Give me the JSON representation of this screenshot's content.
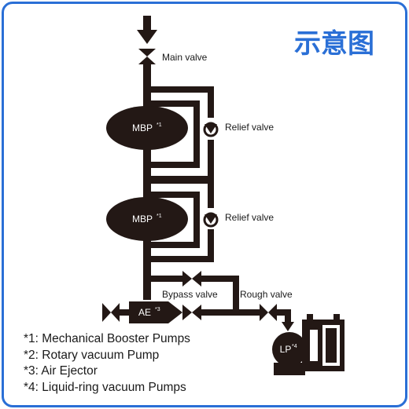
{
  "title": "示意图",
  "labels": {
    "main_valve": "Main valve",
    "relief_valve_1": "Relief valve",
    "relief_valve_2": "Relief valve",
    "bypass_valve": "Bypass valve",
    "rough_valve": "Rough valve"
  },
  "equipment": {
    "mbp1": {
      "name": "MBP",
      "note": "*1"
    },
    "mbp2": {
      "name": "MBP",
      "note": "*1"
    },
    "ae": {
      "name": "AE",
      "note": "*3"
    },
    "lp": {
      "name": "LP",
      "note": "*4"
    }
  },
  "notes": [
    "*1: Mechanical Booster Pumps",
    "*2: Rotary vacuum Pump",
    "*3: Air Ejector",
    "*4: Liquid-ring vacuum Pumps"
  ],
  "colors": {
    "frame": "#2a6fd6",
    "title": "#2a6fd6",
    "diagram": "#231815"
  }
}
